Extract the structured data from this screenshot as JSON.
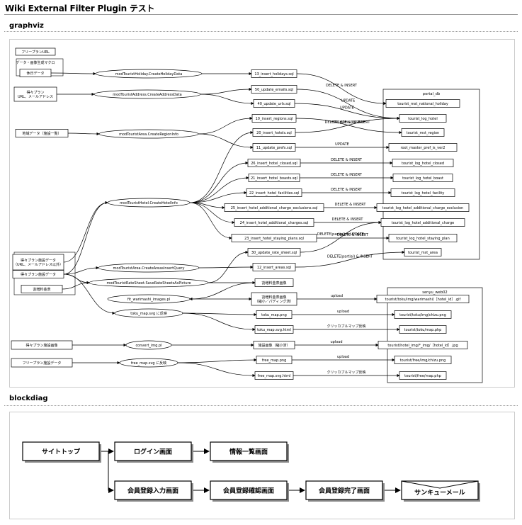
{
  "page": {
    "title": "Wiki External Filter Plugin テスト"
  },
  "sections": {
    "graphviz": "graphviz",
    "blockdiag": "blockdiag"
  },
  "graphviz": {
    "sources": [
      {
        "id": "s1",
        "label": "フリープランURL"
      },
      {
        "id": "s2",
        "label": "データ・画像生成マクロ"
      },
      {
        "id": "s3",
        "label": "休日データ"
      },
      {
        "id": "s4a",
        "label": "得々プラン"
      },
      {
        "id": "s4b",
        "label": "URL、メールアドレス"
      },
      {
        "id": "s5",
        "label": "地域データ（施設一覧）"
      },
      {
        "id": "s6a",
        "label": "得々プラン施設データ"
      },
      {
        "id": "s6b",
        "label": "（URL、メールアドレス以外）"
      },
      {
        "id": "s7",
        "label": "得々プラン施設データ"
      },
      {
        "id": "s8",
        "label": "割増料金表"
      },
      {
        "id": "s9",
        "label": "得々プラン施設画像"
      },
      {
        "id": "s10",
        "label": "フリープラン施設データ"
      }
    ],
    "processes": [
      {
        "id": "p1",
        "label": "modTouristHoliday.CreateHolidayData"
      },
      {
        "id": "p2",
        "label": "modTouristAddress.CreateAddressData"
      },
      {
        "id": "p3",
        "label": "modTouristArea.CreateRegionInfo"
      },
      {
        "id": "p4",
        "label": "modTouristHotel.CreateHotelInfo"
      },
      {
        "id": "p5",
        "label": "modTouristArea.CreateAreasInsertQuery"
      },
      {
        "id": "p6",
        "label": "modTouristRateSheet.SaveRateSheetsAsPicture"
      },
      {
        "id": "p7",
        "label": "fit_warimashi_images.pl"
      },
      {
        "id": "p8",
        "label": "toku_map.svg に反映"
      },
      {
        "id": "p9",
        "label": "convert_img.pl"
      },
      {
        "id": "p10",
        "label": "free_map.svg に反映"
      }
    ],
    "files": [
      {
        "id": "f1",
        "label": "13_insert_holidays.sql"
      },
      {
        "id": "f2",
        "label": "50_update_emails.sql"
      },
      {
        "id": "f3",
        "label": "40_update_urls.sql"
      },
      {
        "id": "f4",
        "label": "10_insert_regions.sql"
      },
      {
        "id": "f5",
        "label": "20_insert_hotels.sql"
      },
      {
        "id": "f6",
        "label": "11_update_prefs.sql"
      },
      {
        "id": "f7",
        "label": "26_insert_hotel_closed.sql"
      },
      {
        "id": "f8",
        "label": "21_insert_hotel_boasts.sql"
      },
      {
        "id": "f9",
        "label": "22_insert_hotel_facilities.sql"
      },
      {
        "id": "f10",
        "label": "25_insert_hotel_additional_charge_exclusions.sql"
      },
      {
        "id": "f11",
        "label": "24_insert_hotel_additional_charges.sql"
      },
      {
        "id": "f12",
        "label": "23_insert_hotel_staying_plans.sql"
      },
      {
        "id": "f13",
        "label": "30_update_rate_sheet.sql"
      },
      {
        "id": "f14",
        "label": "12_insert_areas.sql"
      },
      {
        "id": "f15",
        "label": "割増料金表画像"
      },
      {
        "id": "f16a",
        "label": "割増料金表画像"
      },
      {
        "id": "f16b",
        "label": "（縮小／パディング済）"
      },
      {
        "id": "f17",
        "label": "toku_map.png"
      },
      {
        "id": "f18",
        "label": "toku_map.svg.html"
      },
      {
        "id": "f19",
        "label": "施設画像（縮小済）"
      },
      {
        "id": "f20",
        "label": "free_map.png"
      },
      {
        "id": "f21",
        "label": "free_map.svg.html"
      }
    ],
    "portal_db": {
      "label": "portal_db",
      "tables": [
        {
          "id": "t1",
          "label": "tourist_mst_national_holiday"
        },
        {
          "id": "t2",
          "label": "tourist_log_hotel"
        },
        {
          "id": "t3",
          "label": "tourist_mst_region"
        },
        {
          "id": "t4",
          "label": "root_master_pref_is_ver2"
        },
        {
          "id": "t5",
          "label": "tourist_log_hotel_closed"
        },
        {
          "id": "t6",
          "label": "tourist_log_hotel_boast"
        },
        {
          "id": "t7",
          "label": "tourist_log_hotel_facility"
        },
        {
          "id": "t8",
          "label": "tourist_log_hotel_additional_charge_exclusion"
        },
        {
          "id": "t9",
          "label": "tourist_log_hotel_additional_charge"
        },
        {
          "id": "t10",
          "label": "tourist_log_hotel_staying_plan"
        },
        {
          "id": "t11",
          "label": "tourist_mst_area"
        }
      ]
    },
    "senyu_web02": {
      "label": "senyu_web02",
      "paths": [
        {
          "id": "w1",
          "label": "tourist/toku/img/warimashi/［hotel_id］.gif"
        },
        {
          "id": "w2",
          "label": "tourist/toku/img/chizu.png"
        },
        {
          "id": "w3",
          "label": "tourist/toku/map.php"
        },
        {
          "id": "w4",
          "label": "tourist/hotel_img/*_img/［hotel_id］.jpg"
        },
        {
          "id": "w5",
          "label": "tourist/free/img/chizu.png"
        },
        {
          "id": "w6",
          "label": "tourist/free/map.php"
        }
      ]
    },
    "edge_labels": {
      "delete_insert": "DELETE & INSERT",
      "update": "UPDATE",
      "delete_partial_insert": "DELETE(partial) & INSERT",
      "delete_partial_update": "DELETE(partial) & UPDATE",
      "upload": "upload",
      "clickable_map": "クリッカブルマップ反映"
    }
  },
  "blockdiag": {
    "nodes": [
      {
        "id": "b1",
        "label": "サイトトップ"
      },
      {
        "id": "b2",
        "label": "ログイン画面"
      },
      {
        "id": "b3",
        "label": "情報一覧画面"
      },
      {
        "id": "b4",
        "label": "会員登録入力画面"
      },
      {
        "id": "b5",
        "label": "会員登録確認画面"
      },
      {
        "id": "b6",
        "label": "会員登録完了画面"
      },
      {
        "id": "b7",
        "label": "サンキューメール"
      }
    ]
  }
}
